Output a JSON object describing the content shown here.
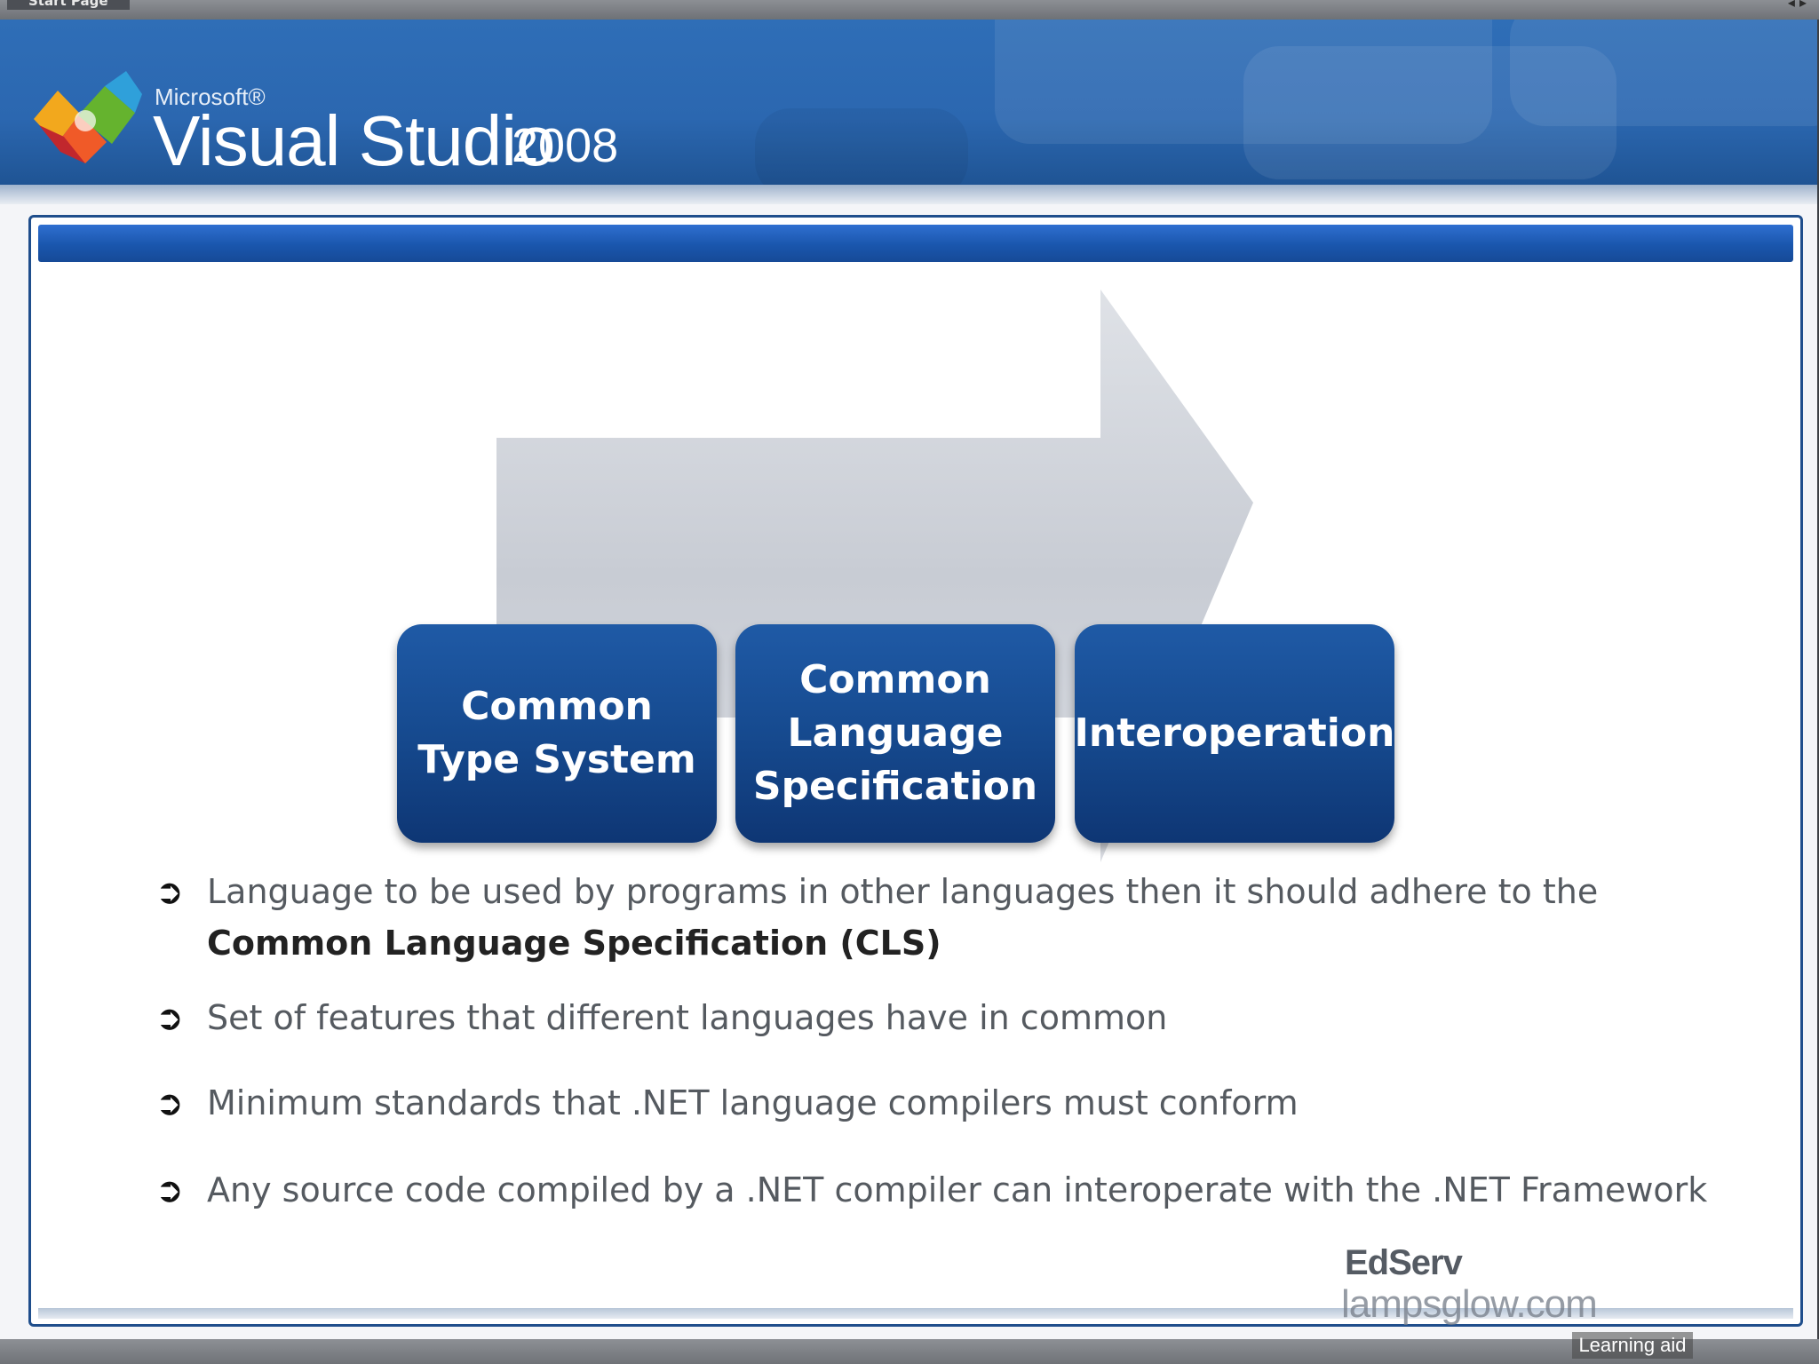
{
  "tab_strip": {
    "active_tab": "Start Page"
  },
  "banner": {
    "microsoft": "Microsoft®",
    "product": "Visual Studio",
    "year": "2008",
    "logo_icon": "visual-studio-infinity-logo-icon"
  },
  "diagram": {
    "arrow_icon": "right-arrow-icon",
    "boxes": [
      {
        "label": "Common Type System"
      },
      {
        "label": "Common Language Specification"
      },
      {
        "label": "Interoperation"
      }
    ]
  },
  "bullets": {
    "icon": "arrow-bullet-icon",
    "items": [
      {
        "text": "Language to be used by programs in other languages then it should adhere to the ",
        "strong": "Common Language Specification (CLS)"
      },
      {
        "text": "Set of features  that different  languages have in common"
      },
      {
        "text": "Minimum standards that .NET language compilers must conform"
      },
      {
        "text": "Any source code compiled by a .NET compiler can interoperate with the .NET Framework"
      }
    ]
  },
  "branding": {
    "edserv": "EdServ",
    "watermark": "lampsglow.com",
    "watermark_tag": "Learning aid"
  },
  "colors": {
    "banner_blue": "#2b67b0",
    "box_blue": "#164a8f",
    "arrow_gray": "#d0d3da",
    "frame_border": "#1f4e8c"
  }
}
